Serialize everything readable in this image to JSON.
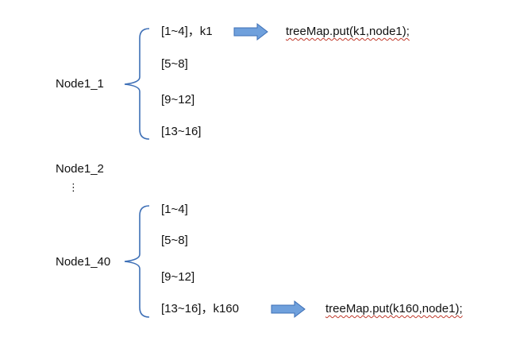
{
  "groups": [
    {
      "node_label": "Node1_1",
      "ranges": [
        "[1~4]，k1",
        "[5~8]",
        "[9~12]",
        "[13~16]"
      ],
      "code": "treeMap.put(k1,node1);"
    },
    {
      "node_label": "Node1_40",
      "ranges": [
        "[1~4]",
        "[5~8]",
        "[9~12]",
        "[13~16]，k160"
      ],
      "code": "treeMap.put(k160,node1);"
    }
  ],
  "middle_node": "Node1_2",
  "ellipsis": "⋮",
  "colors": {
    "text": "#111111",
    "bracket": "#3d6fb6",
    "arrow_fill": "#6fa0dc",
    "arrow_stroke": "#3d6fb6",
    "squiggle": "#c0392b"
  }
}
